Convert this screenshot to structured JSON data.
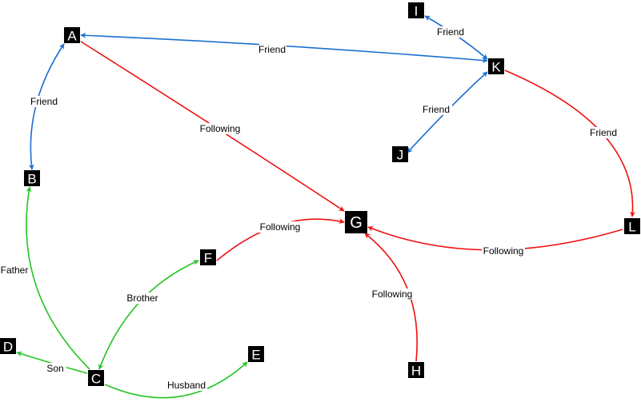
{
  "colors": {
    "friend": "#1a6fd1",
    "following": "#f01010",
    "family": "#22c422",
    "node_fill": "#000000",
    "node_text": "#ffffff"
  },
  "nodes": [
    {
      "id": "A",
      "label": "A"
    },
    {
      "id": "B",
      "label": "B"
    },
    {
      "id": "C",
      "label": "C"
    },
    {
      "id": "D",
      "label": "D"
    },
    {
      "id": "E",
      "label": "E"
    },
    {
      "id": "F",
      "label": "F"
    },
    {
      "id": "G",
      "label": "G"
    },
    {
      "id": "H",
      "label": "H"
    },
    {
      "id": "I",
      "label": "I"
    },
    {
      "id": "J",
      "label": "J"
    },
    {
      "id": "K",
      "label": "K"
    },
    {
      "id": "L",
      "label": "L"
    }
  ],
  "edges": [
    {
      "id": "A-K",
      "from": "A",
      "to": "K",
      "label": "Friend",
      "kind": "friend",
      "direction": "both"
    },
    {
      "id": "A-B",
      "from": "A",
      "to": "B",
      "label": "Friend",
      "kind": "friend",
      "direction": "both"
    },
    {
      "id": "I-K",
      "from": "I",
      "to": "K",
      "label": "Friend",
      "kind": "friend",
      "direction": "both"
    },
    {
      "id": "J-K",
      "from": "J",
      "to": "K",
      "label": "Friend",
      "kind": "friend",
      "direction": "both"
    },
    {
      "id": "A-G",
      "from": "A",
      "to": "G",
      "label": "Following",
      "kind": "following",
      "direction": "forward"
    },
    {
      "id": "K-L",
      "from": "K",
      "to": "L",
      "label": "Friend",
      "kind": "following",
      "direction": "forward"
    },
    {
      "id": "L-G",
      "from": "L",
      "to": "G",
      "label": "Following",
      "kind": "following",
      "direction": "forward"
    },
    {
      "id": "F-G",
      "from": "F",
      "to": "G",
      "label": "Following",
      "kind": "following",
      "direction": "forward"
    },
    {
      "id": "H-G",
      "from": "H",
      "to": "G",
      "label": "Following",
      "kind": "following",
      "direction": "forward"
    },
    {
      "id": "C-B",
      "from": "C",
      "to": "B",
      "label": "Father",
      "kind": "family",
      "direction": "forward"
    },
    {
      "id": "C-F",
      "from": "C",
      "to": "F",
      "label": "Brother",
      "kind": "family",
      "direction": "both"
    },
    {
      "id": "C-D",
      "from": "C",
      "to": "D",
      "label": "Son",
      "kind": "family",
      "direction": "forward"
    },
    {
      "id": "C-E",
      "from": "C",
      "to": "E",
      "label": "Husband",
      "kind": "family",
      "direction": "forward"
    }
  ]
}
